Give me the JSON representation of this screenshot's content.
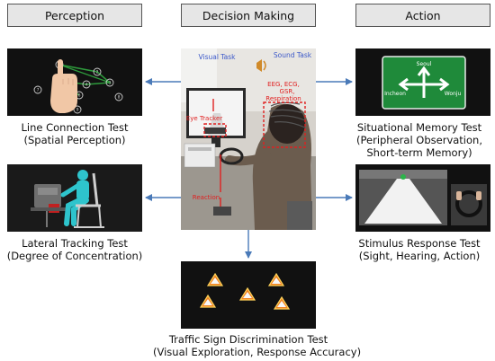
{
  "headers": {
    "perception": "Perception",
    "decision": "Decision Making",
    "action": "Action"
  },
  "tests": {
    "line": {
      "title": "Line Connection Test",
      "sub": "(Spatial Perception)"
    },
    "lateral": {
      "title": "Lateral Tracking Test",
      "sub": "(Degree of Concentration)"
    },
    "memory": {
      "title": "Situational Memory Test",
      "sub1": "(Peripheral Observation,",
      "sub2": "Short-term Memory)"
    },
    "stimulus": {
      "title": "Stimulus Response Test",
      "sub": "(Sight, Hearing, Action)"
    },
    "traffic": {
      "title": "Traffic Sign Discrimination Test",
      "sub": "(Visual Exploration, Response Accuracy)"
    }
  },
  "photo": {
    "visual": "Visual Task",
    "sound": "Sound Task",
    "bio1": "EEG, ECG,",
    "bio2": "GSR,",
    "bio3": "Respiration",
    "eye": "Eye Tracker",
    "reaction": "Reaction"
  },
  "sign": {
    "top": "Seoul",
    "left": "Incheon",
    "right": "Wonju"
  },
  "dots": [
    "1",
    "2",
    "3",
    "4",
    "5",
    "6",
    "7",
    "8",
    "9"
  ],
  "colors": {
    "arrow": "#4a7ab8",
    "header_bg": "#e6e6e6",
    "highlight": "#e02020",
    "task_label": "#3a57c9",
    "sign_green": "#1f8a3a"
  }
}
